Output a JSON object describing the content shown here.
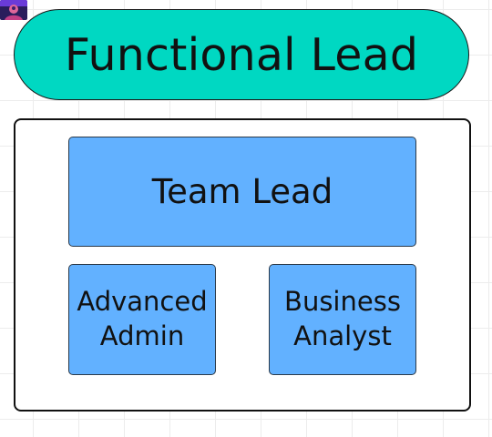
{
  "title_node": {
    "label": "Functional Lead",
    "fill": "#00d8c2"
  },
  "group": {
    "nodes": {
      "team_lead": {
        "label": "Team Lead"
      },
      "advanced_admin": {
        "line1": "Advanced",
        "line2": "Admin"
      },
      "business_analyst": {
        "line1": "Business",
        "line2": "Analyst"
      }
    },
    "node_fill": "#62b1ff"
  },
  "icons": {
    "avatar": "user-avatar-icon"
  }
}
